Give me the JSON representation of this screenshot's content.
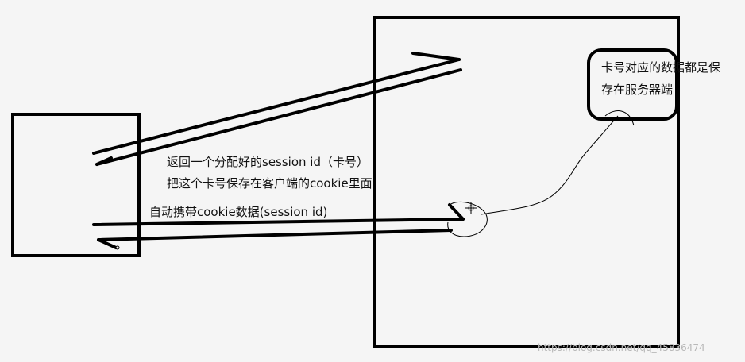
{
  "labels": {
    "return_session_line1": "返回一个分配好的session id（卡号）",
    "return_session_line2": "把这个卡号保存在客户端的cookie里面",
    "auto_carry": "自动携带cookie数据(session id)",
    "server_note_line1": "卡号对应的数据都是保",
    "server_note_line2": "存在服务器端"
  },
  "watermark": "https://blog.csdn.net/qq_45836474",
  "colors": {
    "background": "#f5f5f5",
    "stroke": "#000000",
    "text": "#111111",
    "watermark": "#b8b8b8"
  }
}
